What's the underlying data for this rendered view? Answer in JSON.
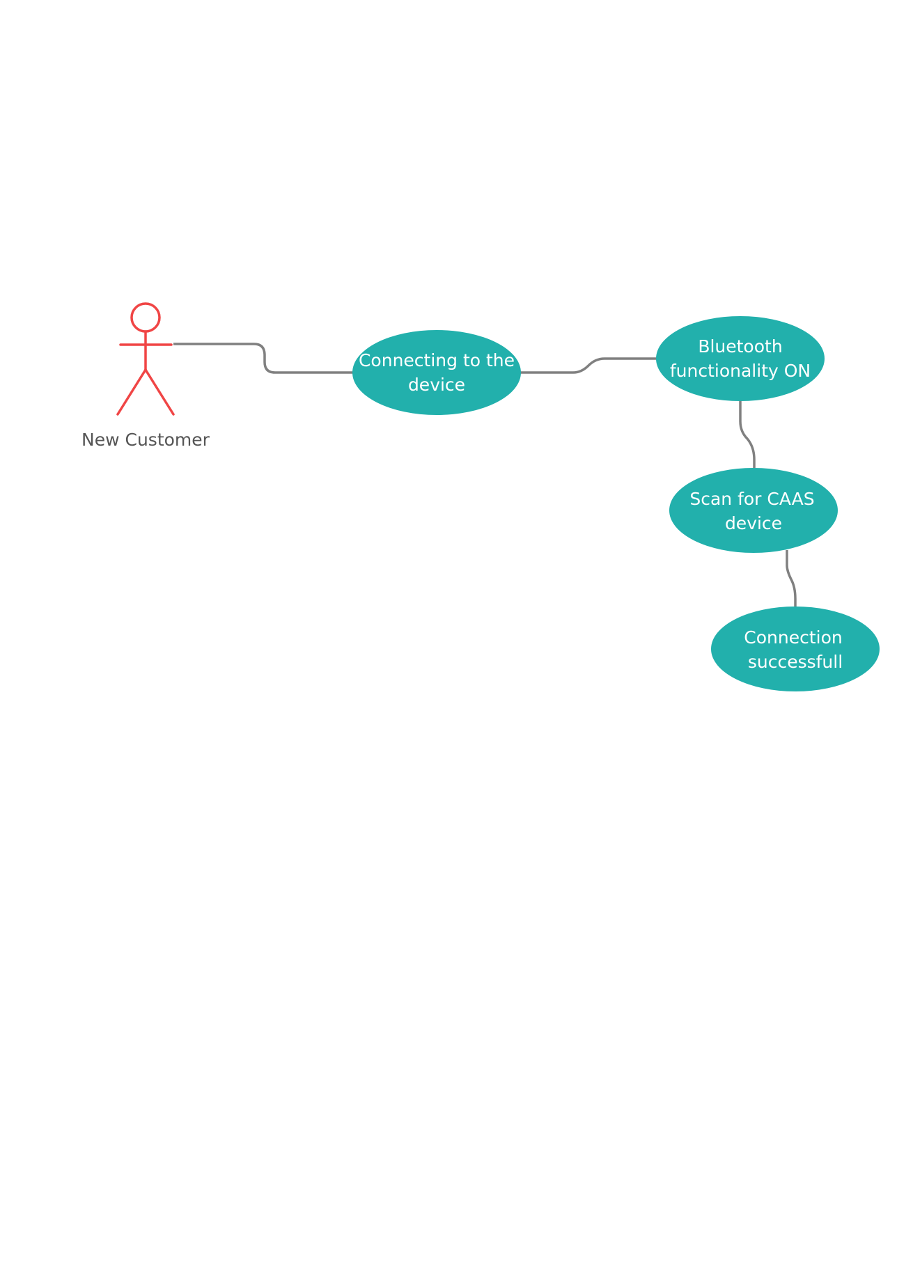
{
  "diagram": {
    "colors": {
      "use_case_fill": "#22b0ac",
      "use_case_text": "#ffffff",
      "connector": "#808080",
      "actor_stroke": "#f04545",
      "actor_label": "#555555"
    },
    "actor": {
      "label": "New Customer",
      "icon": "stick-figure-icon"
    },
    "use_cases": [
      {
        "id": "connecting",
        "lines": [
          "Connecting to the",
          "device"
        ]
      },
      {
        "id": "bluetooth",
        "lines": [
          "Bluetooth",
          "functionality ON"
        ]
      },
      {
        "id": "scan",
        "lines": [
          "Scan for CAAS",
          "device"
        ]
      },
      {
        "id": "success",
        "lines": [
          "Connection",
          "successfull"
        ]
      }
    ],
    "connections": [
      {
        "from": "actor",
        "to": "connecting"
      },
      {
        "from": "connecting",
        "to": "bluetooth"
      },
      {
        "from": "bluetooth",
        "to": "scan"
      },
      {
        "from": "scan",
        "to": "success"
      }
    ]
  }
}
